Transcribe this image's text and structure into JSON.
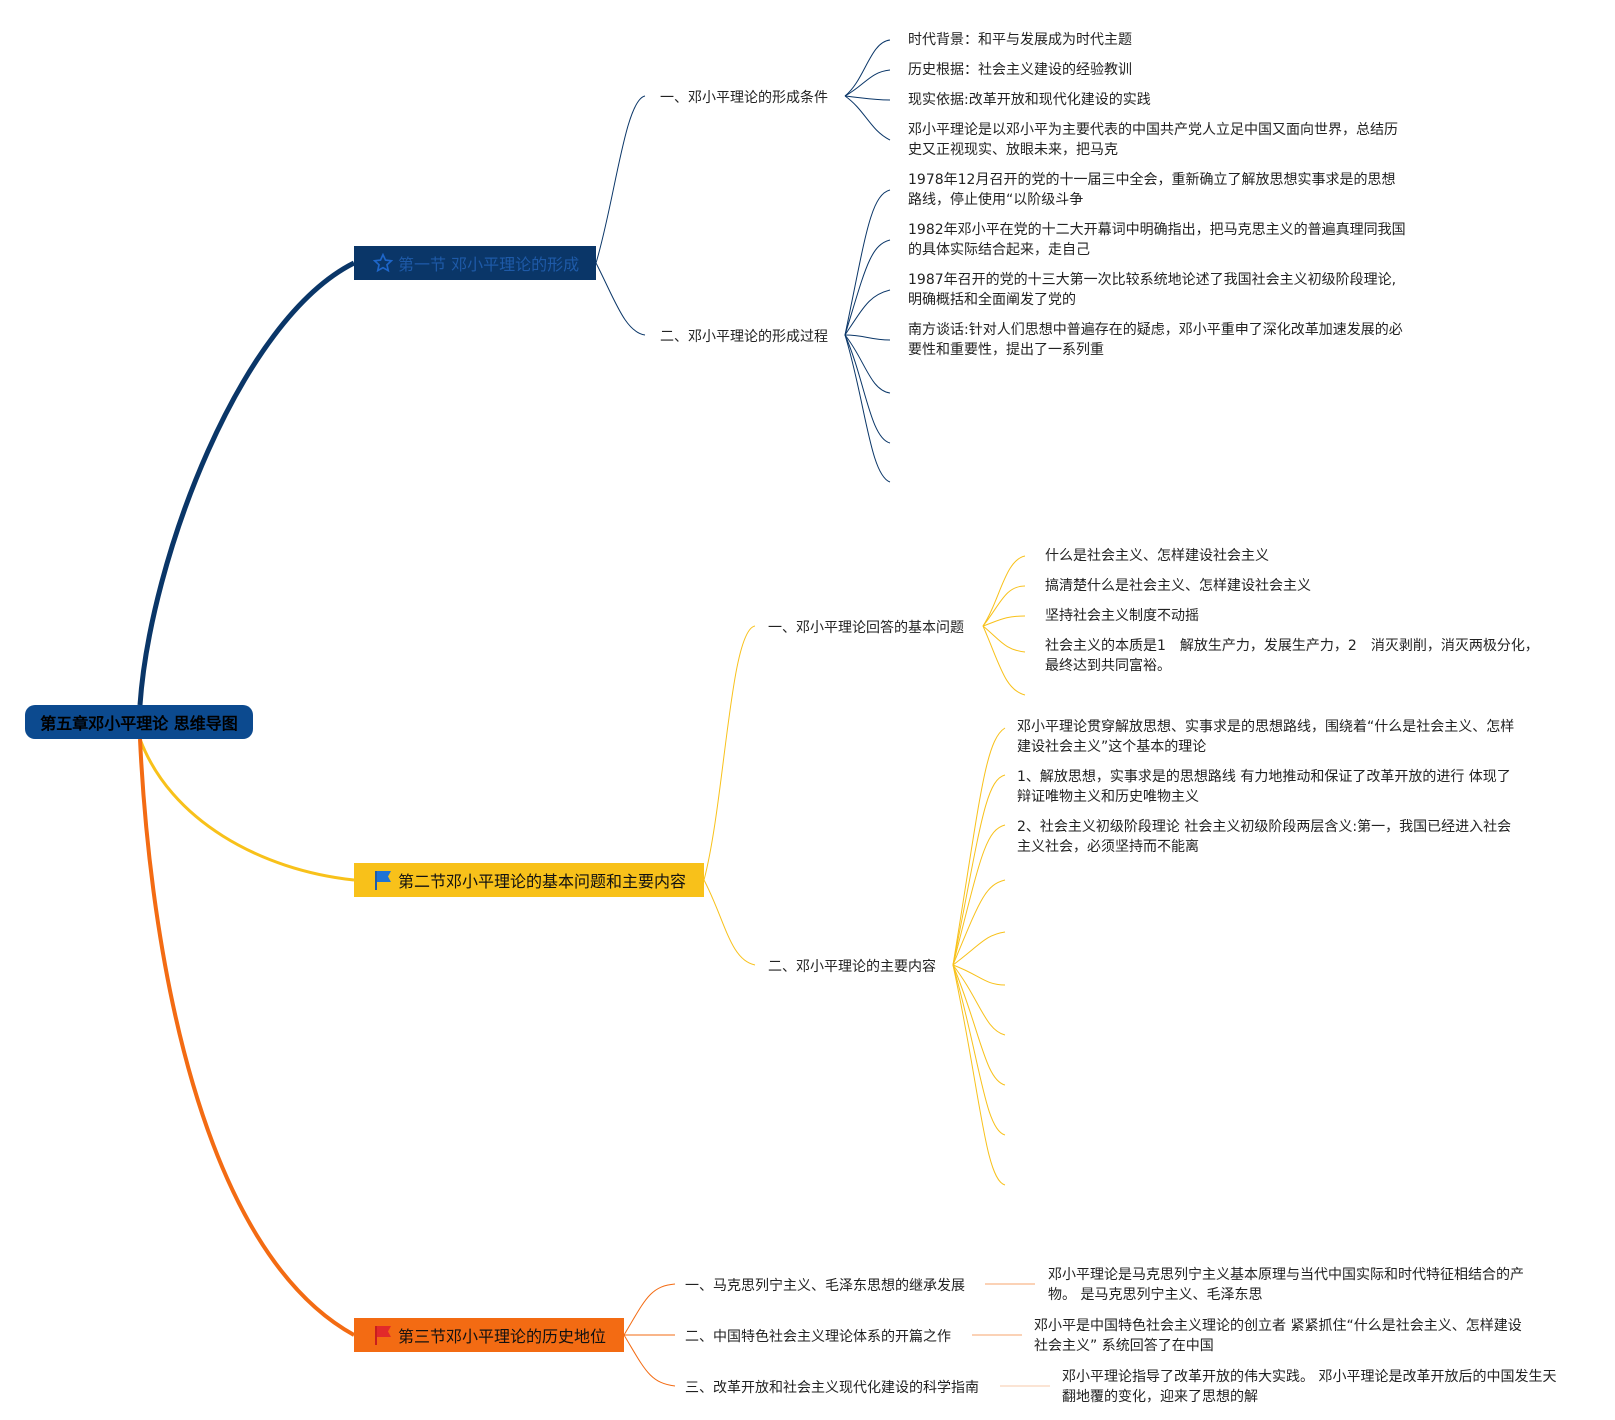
{
  "root": {
    "title": "第五章邓小平理论 思维导图"
  },
  "colors": {
    "section1": "#0a3668",
    "section2": "#f8c11a",
    "section3": "#f36b13",
    "root": "#0c4a8f"
  },
  "section1": {
    "icon": "star-icon",
    "title": "第一节 邓小平理论的形成",
    "sub1": {
      "title": "一、邓小平理论的形成条件",
      "items": [
        "时代背景：和平与发展成为时代主题",
        "历史根据：社会主义建设的经验教训",
        "现实依据:改革开放和现代化建设的实践",
        "邓小平理论是以邓小平为主要代表的中国共产党人立足中国又面向世界，总结历史又正视现实、放眼未来，把马克"
      ]
    },
    "sub2": {
      "title": "二、邓小平理论的形成过程",
      "items": [
        "1978年12月召开的党的十一届三中全会，重新确立了解放思想实事求是的思想路线，停止使用“以阶级斗争",
        "1982年邓小平在党的十二大开幕词中明确指出，把马克思主义的普遍真理同我国的具体实际结合起来，走自己",
        "1987年召开的党的十三大第一次比较系统地论述了我国社会主义初级阶段理论,明确概括和全面阐发了党的",
        "南方谈话:针对人们思想中普遍存在的疑虑，邓小平重申了深化改革加速发展的必要性和重要性，提出了一系列重"
      ]
    }
  },
  "section2": {
    "icon": "flag-icon",
    "title": "第二节邓小平理论的基本问题和主要内容",
    "sub1": {
      "title": "一、邓小平理论回答的基本问题",
      "items": [
        "什么是社会主义、怎样建设社会主义",
        "搞清楚什么是社会主义、怎样建设社会主义",
        "坚持社会主义制度不动摇",
        "社会主义的本质是1　解放生产力，发展生产力，2　消灭剥削，消灭两极分化，最终达到共同富裕。"
      ]
    },
    "sub2": {
      "title": "二、邓小平理论的主要内容",
      "items": [
        "邓小平理论贯穿解放思想、实事求是的思想路线，围绕着“什么是社会主义、怎样建设社会主义”这个基本的理论",
        "1、解放思想，实事求是的思想路线 有力地推动和保证了改革开放的进行 体现了辩证唯物主义和历史唯物主义",
        "2、社会主义初级阶段理论 社会主义初级阶段两层含义:第一，我国已经进入社会主义社会，必须坚持而不能离"
      ]
    }
  },
  "section3": {
    "icon": "flag-icon",
    "title": "第三节邓小平理论的历史地位",
    "subs": [
      {
        "title": "一、马克思列宁主义、毛泽东思想的继承发展",
        "detail": "邓小平理论是马克思列宁主义基本原理与当代中国实际和时代特征相结合的产物。 是马克思列宁主义、毛泽东思"
      },
      {
        "title": "二、中国特色社会主义理论体系的开篇之作",
        "detail": "邓小平是中国特色社会主义理论的创立者 紧紧抓住“什么是社会主义、怎样建设社会主义” 系统回答了在中国"
      },
      {
        "title": "三、改革开放和社会主义现代化建设的科学指南",
        "detail": "邓小平理论指导了改革开放的伟大实践。 邓小平理论是改革开放后的中国发生天翻地覆的变化，迎来了思想的解"
      }
    ]
  }
}
